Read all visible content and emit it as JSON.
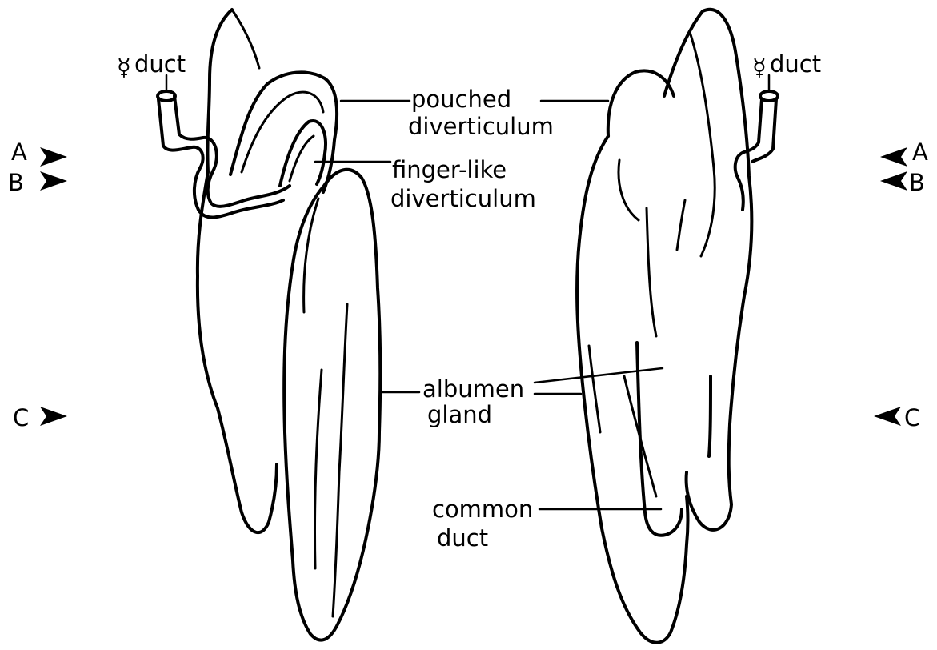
{
  "labels": {
    "duct_symbol": "☿",
    "duct": "duct",
    "pouched": "pouched",
    "pouched_2": "diverticulum",
    "finger": "finger-like",
    "finger_2": "diverticulum",
    "albumen": "albumen",
    "albumen_2": "gland",
    "common": "common",
    "common_2": "duct"
  },
  "markers": {
    "a": "A",
    "b": "B",
    "c": "C"
  },
  "colors": {
    "ink": "#000000",
    "background": "#ffffff"
  }
}
